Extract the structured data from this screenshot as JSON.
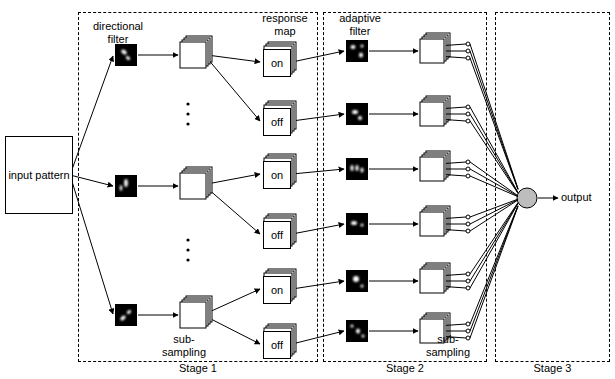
{
  "diagram": {
    "nodes": [
      {
        "text": [
          "input pattern"
        ]
      },
      {
        "text": [
          "Stage 1"
        ]
      },
      {
        "text": [
          "on"
        ],
        "in": 1
      },
      {
        "text": [
          "off"
        ],
        "in": 1
      },
      {
        "text": [
          "on"
        ],
        "in": 1
      },
      {
        "text": [
          "off"
        ],
        "in": 1
      },
      {
        "text": [
          "on"
        ],
        "in": 1
      },
      {
        "text": [
          "off"
        ],
        "in": 1
      },
      {
        "text": [
          "Stage 2"
        ]
      },
      {
        "text": [
          "Stage 3"
        ]
      }
    ],
    "labels": [
      "directional filter",
      "response map",
      "adaptive filter",
      "sub- sampling",
      "sub- sampling",
      "output"
    ]
  }
}
